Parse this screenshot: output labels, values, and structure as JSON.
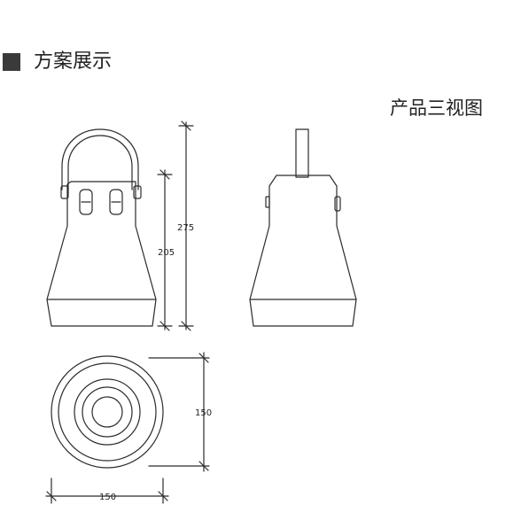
{
  "header": {
    "section_title": "方案展示"
  },
  "diagram": {
    "view_title": "产品三视图",
    "dimensions": {
      "total_height": "275",
      "body_height": "205",
      "top_depth": "150",
      "top_width": "150"
    },
    "colors": {
      "line": "#2b2b2b",
      "marker": "#3a3a3a"
    }
  }
}
